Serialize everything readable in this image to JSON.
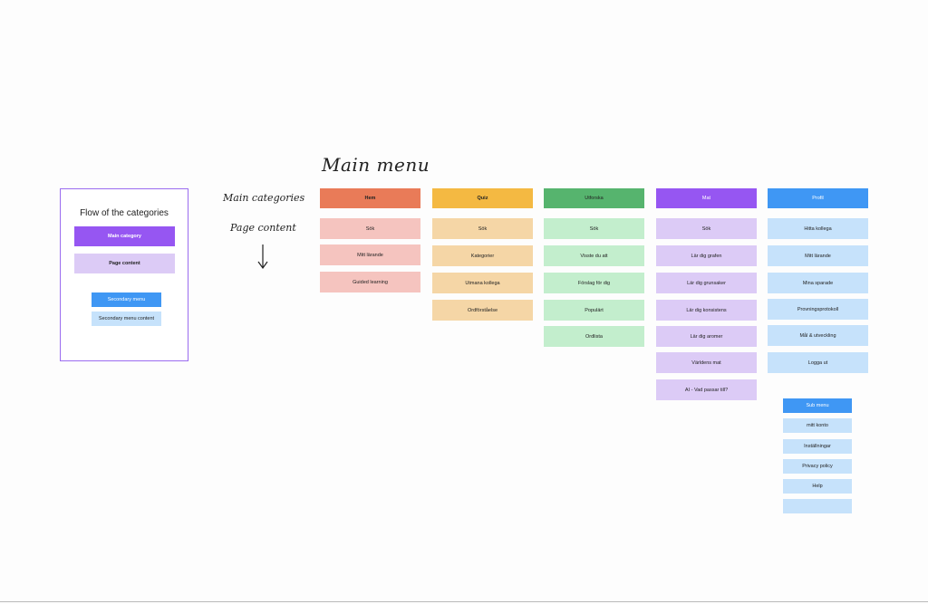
{
  "title": "Main menu",
  "labels": {
    "main_categories": "Main categories",
    "page_content": "Page content"
  },
  "legend": {
    "title": "Flow of the categories",
    "main_category": "Main category",
    "page_content": "Page content",
    "secondary_menu": "Secondary menu",
    "secondary_menu_content": "Secondary menu content"
  },
  "colors": {
    "hem_head": "#e97b58",
    "hem_item": "#f5c4bf",
    "quiz_head": "#f4b942",
    "quiz_item": "#f5d6a6",
    "utforska_head": "#56b46e",
    "utforska_item": "#c3eecd",
    "mat_head": "#9656f2",
    "mat_item": "#dccbf6",
    "profil_head": "#3f97f4",
    "profil_item": "#c6e2fb"
  },
  "columns": {
    "hem": {
      "header": "Hem",
      "items": [
        "Sök",
        "Mitt lärande",
        "Guided learning"
      ]
    },
    "quiz": {
      "header": "Quiz",
      "items": [
        "Sök",
        "Kategorier",
        "Utmana kollega",
        "Ordförståelse"
      ]
    },
    "utforska": {
      "header": "Utforska",
      "items": [
        "Sök",
        "Visste du att",
        "Förslag för dig",
        "Populärt",
        "Ordlista"
      ]
    },
    "mat": {
      "header": "Mat",
      "items": [
        "Sök",
        "Lär dig grafen",
        "Lär dig grunsaker",
        "Lär dig konsistens",
        "Lär dig aromer",
        "Världens mat",
        "AI - Vad passar till?"
      ]
    },
    "profil": {
      "header": "Profil",
      "items": [
        "Hitta kollega",
        "Mitt lärande",
        "Mina sparade",
        "Provningsprotokoll",
        "Mål & utveckling",
        "Logga ut"
      ]
    }
  },
  "submenu": {
    "header": "Sub menu",
    "items": [
      "mitt konto",
      "Inställningar",
      "Privacy policy",
      "Help",
      ""
    ]
  }
}
